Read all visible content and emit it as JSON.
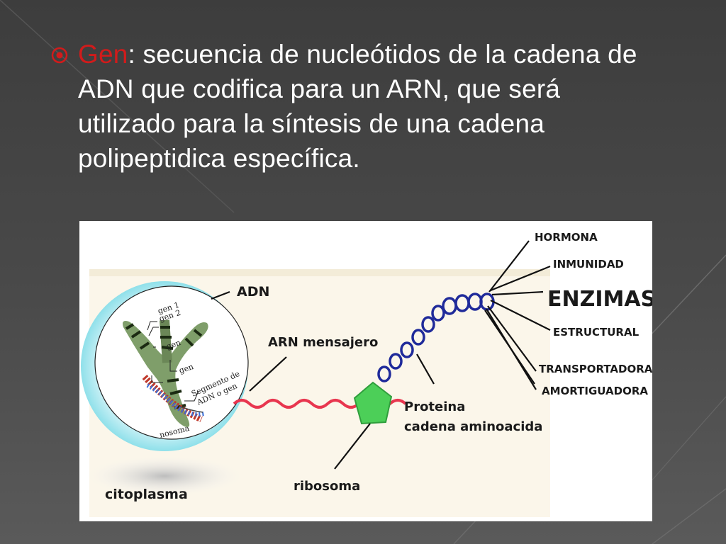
{
  "slide": {
    "bullet": {
      "keyword": "Gen",
      "text": ": secuencia de nucleótidos de la cadena de ADN que codifica para un ARN, que será utilizado para la síntesis de una cadena polipeptidica específica."
    }
  },
  "diagram": {
    "labels": {
      "adn": "ADN",
      "arn": "ARN mensajero",
      "proteina_1": "Proteina",
      "proteina_2": "cadena aminoacida",
      "ribosoma": "ribosoma",
      "citoplasma": "citoplasma"
    },
    "inset": {
      "gen1": "gen 1",
      "gen2": "gen 2",
      "gen_a": "gen",
      "gen_b": "gen",
      "segmento_1": "Segmento de",
      "segmento_2": "ADN o gen",
      "ribosoma_partial": "nosoma"
    },
    "functions": [
      "HORMONA",
      "INMUNIDAD",
      "ENZIMAS",
      "ESTRUCTURAL",
      "TRANSPORTADORA",
      "AMORTIGUADORA"
    ],
    "colors": {
      "keyword": "#d11b1b",
      "mrna": "#e8364f",
      "chain": "#1f2a9a",
      "ribosome": "#4ccf58",
      "nucleus": "#8fe0ea"
    }
  }
}
